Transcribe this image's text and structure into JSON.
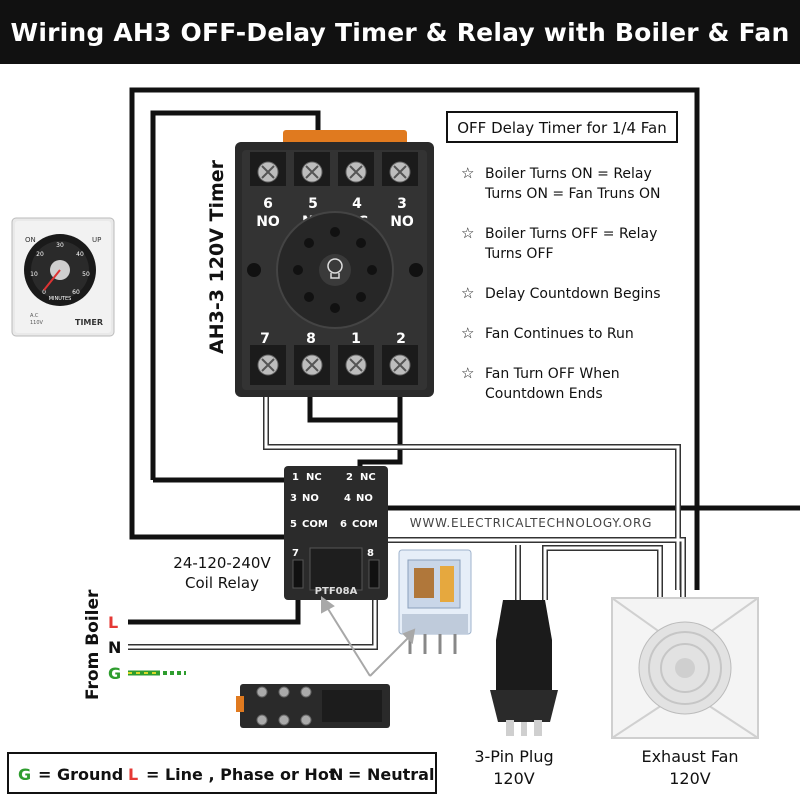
{
  "title": "Wiring AH3 OFF-Delay Timer & Relay with Boiler & Fan",
  "timer_module": {
    "label": "AH3-3 120V Timer",
    "top_terminals": [
      {
        "num": "6",
        "label": "NO"
      },
      {
        "num": "5",
        "label": "NC"
      },
      {
        "num": "4",
        "label": "NC"
      },
      {
        "num": "3",
        "label": "NO"
      }
    ],
    "bottom_terminals": [
      {
        "num": "7"
      },
      {
        "num": "8"
      },
      {
        "num": "1"
      },
      {
        "num": "2"
      }
    ]
  },
  "timer_photo": {
    "on_label": "ON",
    "up_label": "UP",
    "minutes_label": "MINUTES",
    "timer_label": "TIMER",
    "ac_label": "A.C",
    "voltage_label": "110V",
    "dial_numbers": [
      "0",
      "10",
      "20",
      "30",
      "40",
      "50",
      "60"
    ]
  },
  "info_box": {
    "heading": "OFF Delay Timer for 1/4 Fan",
    "items": [
      {
        "line1": "Boiler Turns ON = Relay",
        "line2": "Turns ON = Fan Truns ON"
      },
      {
        "line1": "Boiler Turns OFF = Relay",
        "line2": "Turns OFF"
      },
      {
        "line1": "Delay Countdown Begins",
        "line2": ""
      },
      {
        "line1": "Fan Continues to Run",
        "line2": ""
      },
      {
        "line1": "Fan Turn OFF When",
        "line2": "Countdown Ends"
      }
    ],
    "bullet_icon": "star-outline-icon"
  },
  "relay_base": {
    "terminals": [
      {
        "num": "1",
        "label": "NC"
      },
      {
        "num": "2",
        "label": "NC"
      },
      {
        "num": "3",
        "label": "NO"
      },
      {
        "num": "4",
        "label": "NO"
      },
      {
        "num": "5",
        "label": "COM"
      },
      {
        "num": "6",
        "label": "COM"
      },
      {
        "num": "7",
        "label": ""
      },
      {
        "num": "8",
        "label": ""
      }
    ],
    "model": "PTF08A",
    "caption_line1": "24-120-240V",
    "caption_line2": "Coil Relay"
  },
  "website": "WWW.ELECTRICALTECHNOLOGY.ORG",
  "source": {
    "label": "From Boiler",
    "lines": [
      {
        "letter": "L",
        "color": "#e53935"
      },
      {
        "letter": "N",
        "color": "#111111"
      },
      {
        "letter": "G",
        "color": "#2e9d2e"
      }
    ]
  },
  "plug": {
    "line1": "3-Pin Plug",
    "line2": "120V"
  },
  "fan": {
    "line1": "Exhaust Fan",
    "line2": "120V"
  },
  "legend": {
    "g_letter": "G",
    "g_text": "= Ground",
    "l_letter": "L",
    "l_text": "= Line , Phase or Hot",
    "n_letter": "N",
    "n_text": "= Neutral"
  },
  "colors": {
    "title_bg": "#111111",
    "line": "#e53935",
    "neutral": "#111111",
    "ground_green": "#2e9d2e",
    "ground_yellow": "#d9d92b",
    "base_body": "#2b2b2b",
    "base_tab": "#e07a1f"
  }
}
